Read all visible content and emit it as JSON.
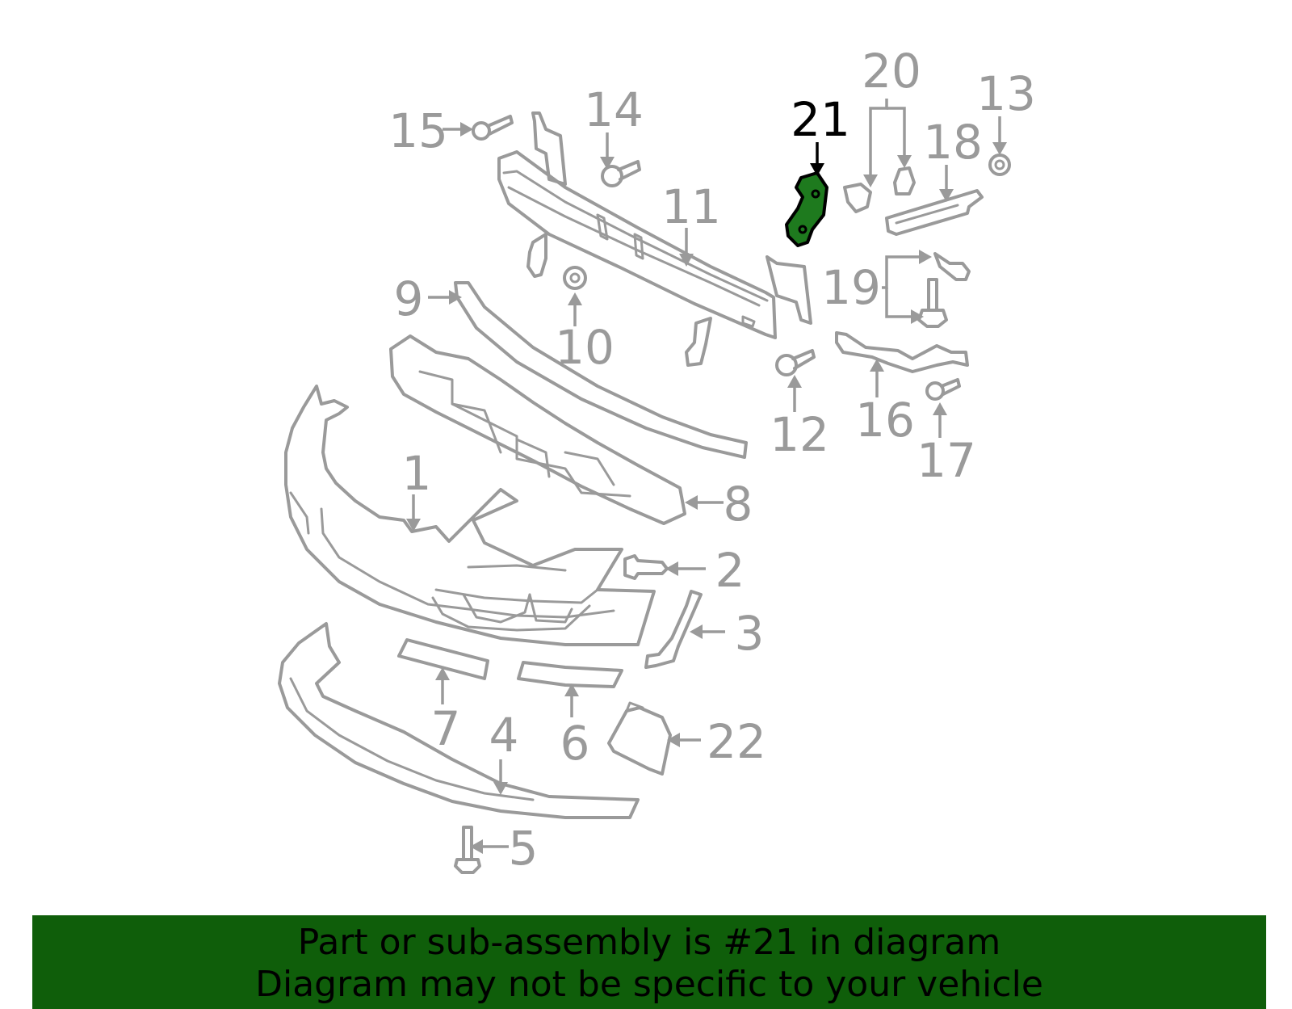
{
  "diagram": {
    "highlight_part": "21",
    "highlight_color": "#1e7a1e",
    "callouts": [
      "1",
      "2",
      "3",
      "4",
      "5",
      "6",
      "7",
      "8",
      "9",
      "10",
      "11",
      "12",
      "13",
      "14",
      "15",
      "16",
      "17",
      "18",
      "19",
      "20",
      "21",
      "22"
    ]
  },
  "banner": {
    "line1": "Part or sub-assembly is #21 in diagram",
    "line2": "Diagram may not be specific to your vehicle",
    "background": "#0f5e0a"
  }
}
